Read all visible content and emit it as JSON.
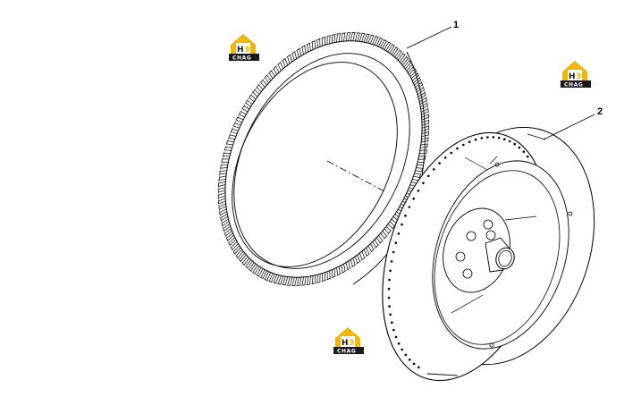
{
  "callouts": {
    "part_1": "1",
    "part_2": "2"
  },
  "watermark": {
    "mark": "H3",
    "word": "CHAG",
    "colors": {
      "yellow": "#f2b705",
      "dark": "#1a1a1a"
    }
  },
  "parts": {
    "ring_gear": {
      "icon": "ring-gear-drawing"
    },
    "flywheel": {
      "icon": "flywheel-drawing"
    }
  }
}
